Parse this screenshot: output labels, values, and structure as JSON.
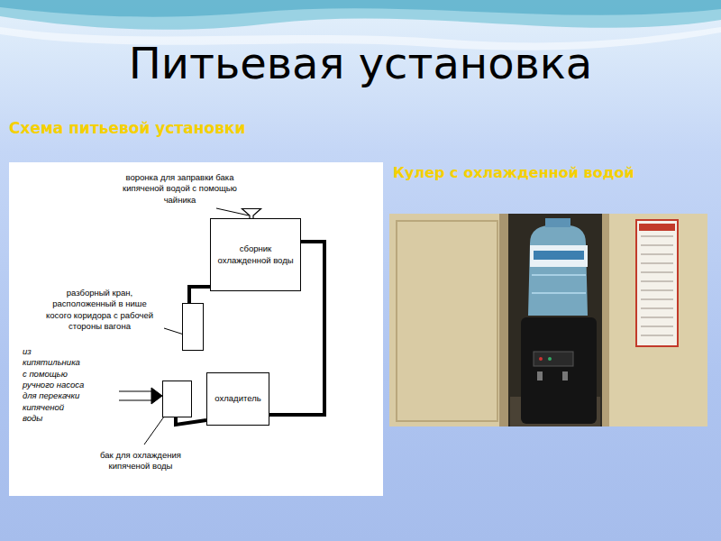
{
  "diagram": {
    "title": "Питьевая установка",
    "nodes": [
      {
        "text": [
          "воронка для заправки бака кипяченой водой с помощью чайника"
        ]
      },
      {
        "text": [
          "сборник охлажденной воды"
        ]
      },
      {
        "text": [
          "разборный кран, расположенный в нише косого коридора с рабочей стороны вагона"
        ]
      },
      {
        "text": [
          "бак для охлаждения кипяченой воды"
        ]
      },
      {
        "text": [
          "охладитель"
        ]
      }
    ],
    "edges": [
      {
        "from": 3,
        "to": 4,
        "arrow": "none"
      },
      {
        "from": 4,
        "to": 1,
        "arrow": "none"
      },
      {
        "from": 1,
        "to": 2,
        "arrow": "none"
      }
    ],
    "labels": [
      "Схема питьевой установки",
      "Кулер с охлажденной водой",
      "из кипятильника с помощью ручного насоса для перекачки кипяченой воды"
    ]
  }
}
